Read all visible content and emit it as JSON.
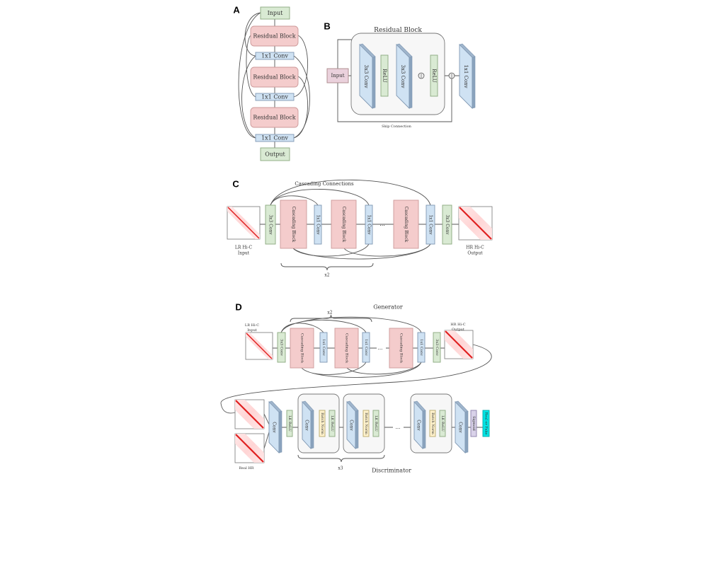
{
  "panels": {
    "a": "A",
    "b": "B",
    "c": "C",
    "d": "D"
  },
  "panel_a": {
    "input": "Input",
    "residual_block": "Residual Block",
    "conv1x1": "1x1 Conv",
    "output": "Output"
  },
  "panel_b": {
    "title": "Residual Block",
    "input": "Input",
    "conv3x3": "3x3 Conv",
    "relu": "ReLU",
    "conv1x1": "1x1 Conv",
    "skip": "Skip Connection"
  },
  "panel_c": {
    "title": "Cascading Connections",
    "conv3x3": "3x3 Conv",
    "cascading_block": "Cascading Block",
    "conv1x1": "1x1 Conv",
    "ellipsis": "···",
    "lr_label_1": "LR Hi-C",
    "lr_label_2": "Input",
    "hr_label_1": "HR Hi-C",
    "hr_label_2": "Output",
    "repeat": "x2"
  },
  "panel_d": {
    "generator": "Generator",
    "discriminator": "Discriminator",
    "conv3x3": "3x3 Conv",
    "cascading_block": "Cascading Block",
    "conv1x1": "1x1 Conv",
    "ellipsis": "···",
    "lr_label_1": "LR Hi-C",
    "lr_label_2": "Input",
    "hr_label_1": "HR Hi-C",
    "hr_label_2": "Output",
    "repeat_g": "x2",
    "conv": "Conv",
    "lk_relu": "LK ReLU",
    "batch_norm": "Batch Norm",
    "sigmoid": "Sigmoid",
    "real_or_fake": "Real or Fake",
    "real_hr": "Real HR",
    "repeat_d": "x3"
  },
  "colors": {
    "green": "#d9ead3",
    "green_border": "#8aa87f",
    "red": "#f4cccc",
    "red_border": "#c99",
    "blue": "#cfe2f3",
    "blue_border": "#7f97b2",
    "yellow": "#fff2cc",
    "purple": "#d9d2e9",
    "cyan": "#00e5e5",
    "pink": "#ead1dc",
    "heat": "#e02020"
  }
}
